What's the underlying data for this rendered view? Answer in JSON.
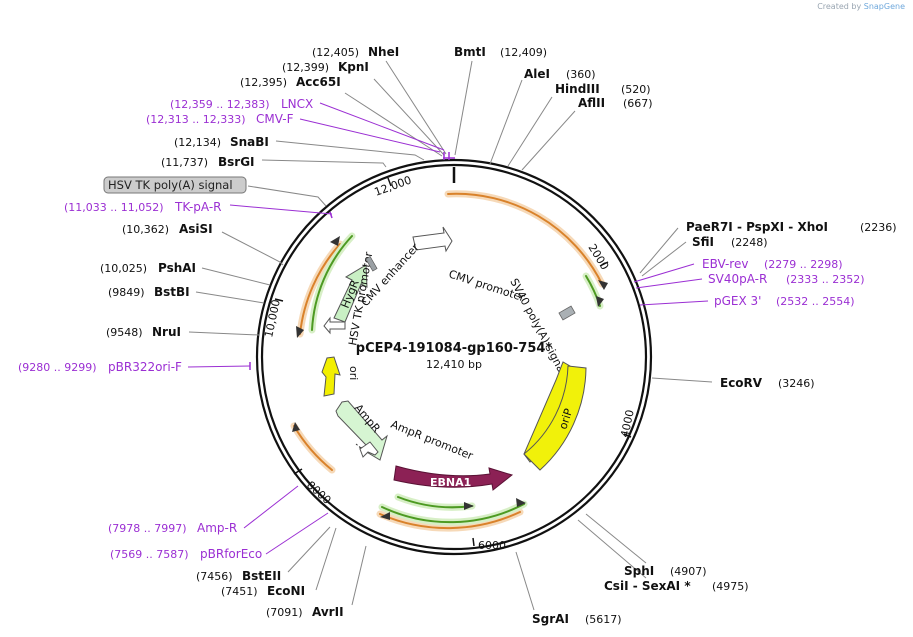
{
  "credit": {
    "prefix": "Created by",
    "brand": "SnapGene"
  },
  "plasmid": {
    "name": "pCEP4-191084-gp160-754*",
    "size_label": "12,410 bp"
  },
  "ruler_ticks": [
    "12,000",
    "2000",
    "4000",
    "6000",
    "8000",
    "10,000"
  ],
  "sites": [
    {
      "name": "NheI",
      "pos": "(12,405)"
    },
    {
      "name": "BmtI",
      "pos": "(12,409)"
    },
    {
      "name": "KpnI",
      "pos": "(12,399)"
    },
    {
      "name": "Acc65I",
      "pos": "(12,395)"
    },
    {
      "name": "AleI",
      "pos": "(360)"
    },
    {
      "name": "HindIII",
      "pos": "(520)"
    },
    {
      "name": "AflII",
      "pos": "(667)"
    },
    {
      "name": "SnaBI",
      "pos": "(12,134)"
    },
    {
      "name": "BsrGI",
      "pos": "(11,737)"
    },
    {
      "name": "PaeR7I - PspXI - XhoI",
      "pos": "(2236)"
    },
    {
      "name": "SfiI",
      "pos": "(2248)"
    },
    {
      "name": "AsiSI",
      "pos": "(10,362)"
    },
    {
      "name": "PshAI",
      "pos": "(10,025)"
    },
    {
      "name": "BstBI",
      "pos": "(9849)"
    },
    {
      "name": "NruI",
      "pos": "(9548)"
    },
    {
      "name": "EcoRV",
      "pos": "(3246)"
    },
    {
      "name": "SphI",
      "pos": "(4907)"
    },
    {
      "name": "CsiI - SexAI *",
      "pos": "(4975)"
    },
    {
      "name": "SgrAI",
      "pos": "(5617)"
    },
    {
      "name": "BstEII",
      "pos": "(7456)"
    },
    {
      "name": "EcoNI",
      "pos": "(7451)"
    },
    {
      "name": "AvrII",
      "pos": "(7091)"
    }
  ],
  "primers": [
    {
      "name": "LNCX",
      "pos": "(12,359 .. 12,383)"
    },
    {
      "name": "CMV-F",
      "pos": "(12,313 .. 12,333)"
    },
    {
      "name": "TK-pA-R",
      "pos": "(11,033 .. 11,052)"
    },
    {
      "name": "EBV-rev",
      "pos": "(2279 .. 2298)"
    },
    {
      "name": "SV40pA-R",
      "pos": "(2333 .. 2352)"
    },
    {
      "name": "pGEX 3'",
      "pos": "(2532 .. 2554)"
    },
    {
      "name": "pBR322ori-F",
      "pos": "(9280 .. 9299)"
    },
    {
      "name": "Amp-R",
      "pos": "(7978 .. 7997)"
    },
    {
      "name": "pBRforEco",
      "pos": "(7569 .. 7587)"
    }
  ],
  "features": {
    "hsv_tk_polya": "HSV TK poly(A) signal",
    "hygr": "HygR",
    "cmv_enhancer": "CMV enhancer",
    "cmv_promoter": "CMV promoter",
    "sv40_polya": "SV40 poly(A) signal",
    "hsv_tk_promoter": "HSV TK promoter",
    "ori": "ori",
    "oriP": "oriP",
    "ampr": "AmpR",
    "ampr_promoter": "AmpR promoter",
    "ebna1": "EBNA1"
  },
  "colors": {
    "backbone": "#111111",
    "primer": "#9b2fd3",
    "orf_orange": "#e08a2a",
    "orf_green": "#5aa02c",
    "hygr_fill": "#c9f0c4",
    "ampr_fill": "#d6f5d2",
    "ebna1_fill": "#8c2155",
    "oriP_fill": "#f1f10a",
    "ori_fill": "#f2ef00",
    "hsv_box": "#c8c8c8"
  }
}
